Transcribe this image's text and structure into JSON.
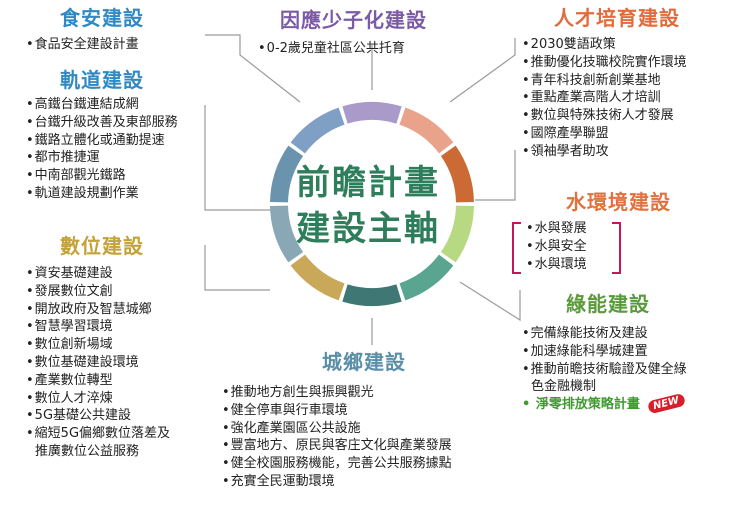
{
  "center": {
    "line1": "前瞻計畫",
    "line2": "建設主軸"
  },
  "colors": {
    "food": "#2f8ac4",
    "rail": "#2f8ac4",
    "digital": "#c4a23a",
    "child": "#7b5aa6",
    "talent": "#e26b3e",
    "water": "#e2723d",
    "green": "#5a9a3b",
    "urban": "#5a8fa8",
    "center_text": "#2e7d5b"
  },
  "ring_colors": [
    "#a99ac9",
    "#e9a38a",
    "#cc6a35",
    "#b7d982",
    "#5aa58f",
    "#3e7774",
    "#c9a85a",
    "#8aa7b5",
    "#6a93ad",
    "#7f9fc4"
  ],
  "sections": {
    "food": {
      "title": "食安建設",
      "items": [
        "食品安全建設計畫"
      ]
    },
    "rail": {
      "title": "軌道建設",
      "items": [
        "高鐵台鐵連結成網",
        "台鐵升級改善及東部服務",
        "鐵路立體化或通勤提速",
        "都市推捷運",
        "中南部觀光鐵路",
        "軌道建設規劃作業"
      ]
    },
    "digital": {
      "title": "數位建設",
      "items": [
        "資安基礎建設",
        "發展數位文創",
        "開放政府及智慧城鄉",
        "智慧學習環境",
        "數位創新場域",
        "數位基礎建設環境",
        "產業數位轉型",
        "數位人才淬煉",
        "5G基礎公共建設",
        "縮短5G偏鄉數位落差及",
        "推廣數位公益服務"
      ]
    },
    "child": {
      "title": "因應少子化建設",
      "items": [
        "0-2歲兒童社區公共托育"
      ]
    },
    "talent": {
      "title": "人才培育建設",
      "items": [
        "2030雙語政策",
        "推動優化技職校院實作環境",
        "青年科技創新創業基地",
        "重點產業高階人才培訓",
        "數位與特殊技術人才發展",
        "國際產學聯盟",
        "領袖學者助攻"
      ]
    },
    "water": {
      "title": "水環境建設",
      "items": [
        "水與發展",
        "水與安全",
        "水與環境"
      ]
    },
    "green": {
      "title": "綠能建設",
      "items": [
        "完備綠能技術及建設",
        "加速綠能科學城建置",
        "推動前瞻技術驗證及健全綠",
        "色金融機制"
      ],
      "new_item": "淨零排放策略計畫",
      "badge": "NEW"
    },
    "urban": {
      "title": "城鄉建設",
      "items": [
        "推動地方創生與振興觀光",
        "健全停車與行車環境",
        "強化產業園區公共設施",
        "豐富地方、原民與客庄文化與產業發展",
        "健全校園服務機能，完善公共服務據點",
        "充實全民運動環境"
      ]
    }
  }
}
